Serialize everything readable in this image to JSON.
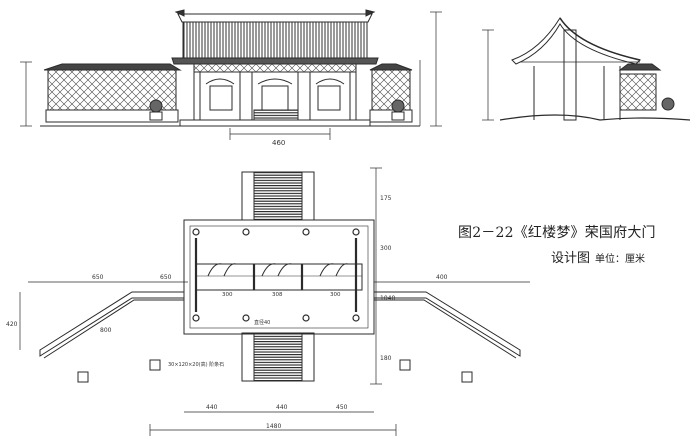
{
  "caption": {
    "title": "图2－22《红楼梦》荣国府大门",
    "subtitle": "设计图",
    "unit": "单位：厘米"
  },
  "dimensions": {
    "front_width": "460",
    "plan_total_width": "1480",
    "plan_left_wing": "650",
    "plan_center": "440",
    "plan_right_wing": "450",
    "plan_wall_left": "650",
    "plan_wall_right": "400",
    "plan_bay_left": "300",
    "plan_bay_center": "308",
    "plan_bay_right": "300",
    "plan_depth_total": "1040",
    "plan_depth_mid": "300",
    "plan_depth_top": "175",
    "plan_depth_bottom": "180",
    "plan_side_height": "420",
    "wall_diagonal": "800",
    "column_size": "直径40",
    "step_note": "30×120×20(高) 阶条石"
  },
  "colors": {
    "ink": "#2b2b2b",
    "hatch": "#3a3a3a",
    "paper": "#ffffff"
  }
}
